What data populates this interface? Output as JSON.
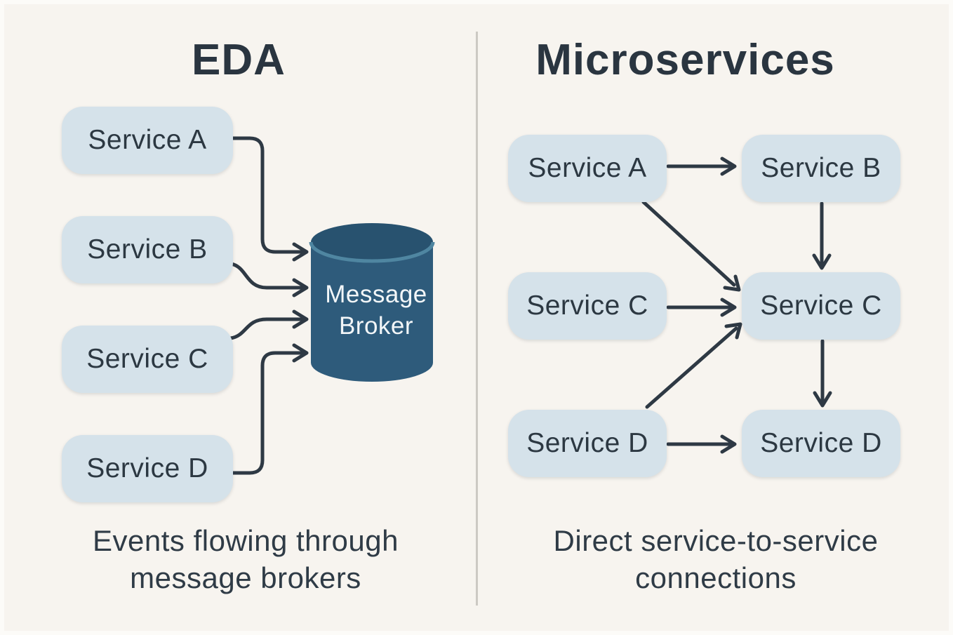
{
  "left_panel": {
    "title": "EDA",
    "services": [
      "Service A",
      "Service B",
      "Service C",
      "Service D"
    ],
    "broker": {
      "line1": "Message",
      "line2": "Broker"
    },
    "caption": {
      "line1": "Events flowing through",
      "line2": "message brokers"
    },
    "connections": [
      {
        "from": "Service A",
        "to": "Message Broker"
      },
      {
        "from": "Service B",
        "to": "Message Broker"
      },
      {
        "from": "Service C",
        "to": "Message Broker"
      },
      {
        "from": "Service D",
        "to": "Message Broker"
      }
    ]
  },
  "right_panel": {
    "title": "Microservices",
    "rows": [
      {
        "left": "Service A",
        "right": "Service B"
      },
      {
        "left": "Service C",
        "right": "Service C"
      },
      {
        "left": "Service D",
        "right": "Service D"
      }
    ],
    "caption": {
      "line1": "Direct service-to-service",
      "line2": "connections"
    },
    "connections": [
      {
        "from": "Service A",
        "to": "Service B"
      },
      {
        "from": "Service A",
        "to": "Service C (right)"
      },
      {
        "from": "Service B",
        "to": "Service C (right)"
      },
      {
        "from": "Service C (left)",
        "to": "Service C (right)"
      },
      {
        "from": "Service D (left)",
        "to": "Service C (right)"
      },
      {
        "from": "Service D (left)",
        "to": "Service D (right)"
      },
      {
        "from": "Service C (right)",
        "to": "Service D (right)"
      }
    ]
  },
  "colors": {
    "background": "#F7F4EF",
    "frame": "#FCFBF8",
    "service_box_fill": "#D5E2EA",
    "service_box_text": "#2C3842",
    "title_text": "#2A3540",
    "caption_text": "#2F3B46",
    "arrow": "#2E3944",
    "broker_body": "#2E5B7B",
    "broker_top": "#28526F",
    "broker_rim": "#4F86A1",
    "broker_text": "#F2F6F8",
    "divider": "#CCC9C3"
  }
}
